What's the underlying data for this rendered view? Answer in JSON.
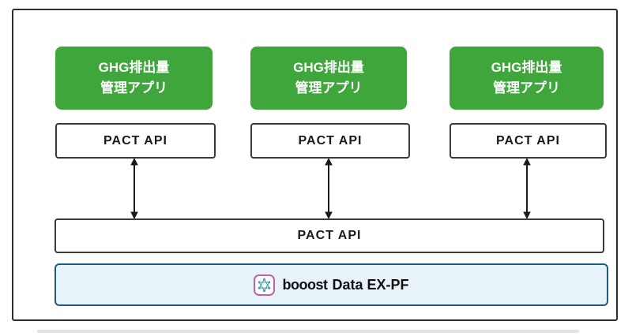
{
  "diagram": {
    "columns": [
      {
        "app_title_line1": "GHG排出量",
        "app_title_line2": "管理アプリ",
        "api_label": "PACT API"
      },
      {
        "app_title_line1": "GHG排出量",
        "app_title_line2": "管理アプリ",
        "api_label": "PACT API"
      },
      {
        "app_title_line1": "GHG排出量",
        "app_title_line2": "管理アプリ",
        "api_label": "PACT API"
      }
    ],
    "shared_api_bar": {
      "label": "PACT API"
    },
    "platform_bar": {
      "brand": "booost",
      "product": "Data EX-PF",
      "icon": "booost-network-logo-icon"
    },
    "colors": {
      "frame_border": "#2e2e2e",
      "app_box_green": "#3fa63c",
      "platform_fill": "#e7f3f9",
      "platform_border": "#1d5c7e",
      "logo_border_pink": "#bf62a6",
      "logo_glyph_teal": "#3f9fb8",
      "arrow_black": "#1a1a1a"
    }
  }
}
